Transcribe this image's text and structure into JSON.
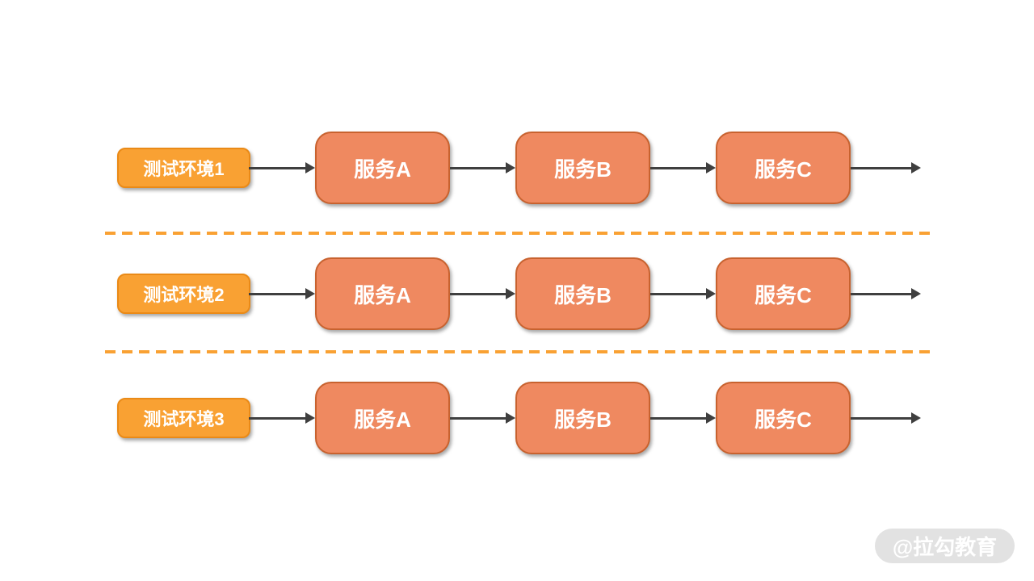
{
  "diagram": {
    "rows": [
      {
        "env_label": "测试环境1",
        "services": [
          "服务A",
          "服务B",
          "服务C"
        ]
      },
      {
        "env_label": "测试环境2",
        "services": [
          "服务A",
          "服务B",
          "服务C"
        ]
      },
      {
        "env_label": "测试环境3",
        "services": [
          "服务A",
          "服务B",
          "服务C"
        ]
      }
    ]
  },
  "watermark": {
    "label": "@拉勾教育"
  },
  "colors": {
    "env_fill": "#F9A133",
    "env_border": "#EA8A17",
    "service_fill": "#EF8960",
    "service_border": "#C8622F",
    "arrow": "#3F3F3F",
    "separator": "#F9A133",
    "watermark_bg": "#E2E2E2",
    "watermark_text": "#FFFFFF"
  }
}
